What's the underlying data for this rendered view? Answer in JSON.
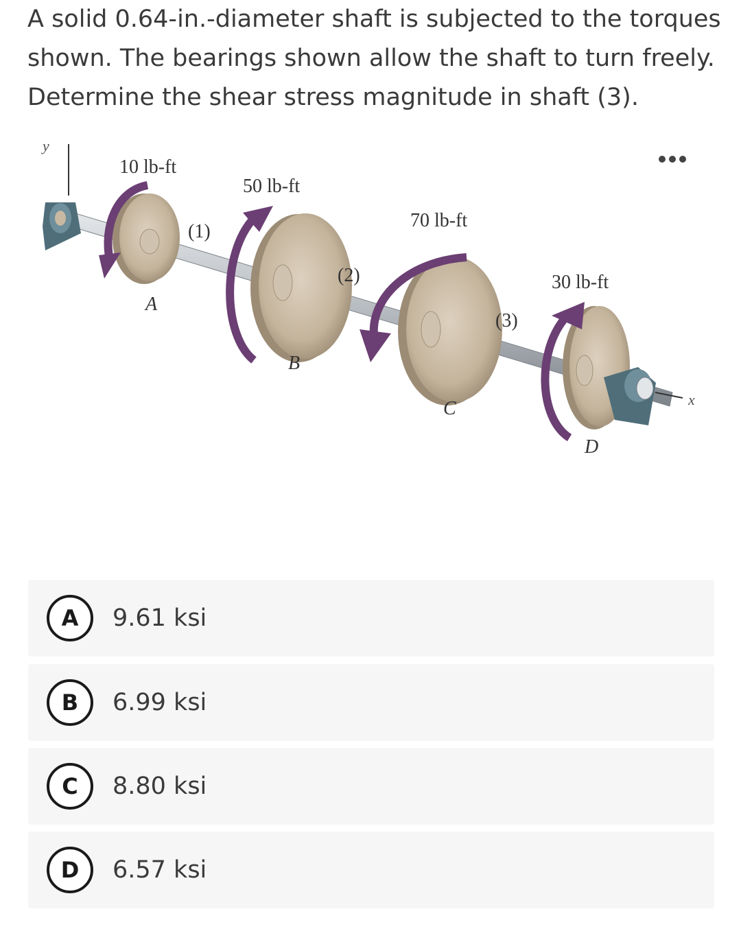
{
  "question": {
    "lines": [
      "A solid 0.64-in.-diameter shaft is subjected to the torques",
      "shown. The bearings shown allow the shaft to turn freely.",
      "Determine the shear stress magnitude in shaft (3)."
    ]
  },
  "figure": {
    "axis_y": "y",
    "axis_x": "x",
    "torques": [
      "10 lb-ft",
      "50 lb-ft",
      "70 lb-ft",
      "30 lb-ft"
    ],
    "segments": [
      "(1)",
      "(2)",
      "(3)"
    ],
    "points": [
      "A",
      "B",
      "C",
      "D"
    ],
    "colors": {
      "arrow": "#6b3f73",
      "disk": "#c9b9a2",
      "shaft": "#b7bcc1",
      "bearing": "#4f6e7a"
    }
  },
  "menu": {
    "icon": "more-dots-icon"
  },
  "options": [
    {
      "letter": "A",
      "text": "9.61 ksi"
    },
    {
      "letter": "B",
      "text": "6.99 ksi"
    },
    {
      "letter": "C",
      "text": "8.80 ksi"
    },
    {
      "letter": "D",
      "text": "6.57 ksi"
    }
  ]
}
